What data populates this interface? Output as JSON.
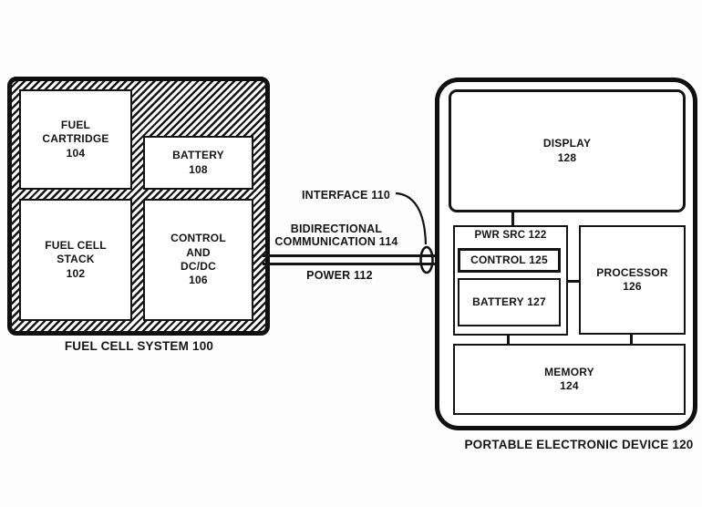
{
  "colors": {
    "ink": "#141414",
    "paper": "#fdfdfd"
  },
  "fuel_cell_system": {
    "caption": "FUEL CELL SYSTEM 100",
    "fuel_cartridge_label": "FUEL\nCARTRIDGE\n104",
    "battery_label": "BATTERY\n108",
    "fuel_cell_stack_label": "FUEL CELL\nSTACK\n102",
    "control_dcdc_label": "CONTROL\nAND\nDC/DC\n106"
  },
  "connection": {
    "interface_label": "INTERFACE 110",
    "bidirectional_label": "BIDIRECTIONAL\nCOMMUNICATION 114",
    "power_label": "POWER 112"
  },
  "portable_device": {
    "caption": "PORTABLE ELECTRONIC DEVICE 120",
    "display_label": "DISPLAY\n128",
    "pwr_src_label": "PWR SRC 122",
    "control_label": "CONTROL 125",
    "battery_label": "BATTERY 127",
    "processor_label": "PROCESSOR\n126",
    "memory_label": "MEMORY\n124"
  }
}
